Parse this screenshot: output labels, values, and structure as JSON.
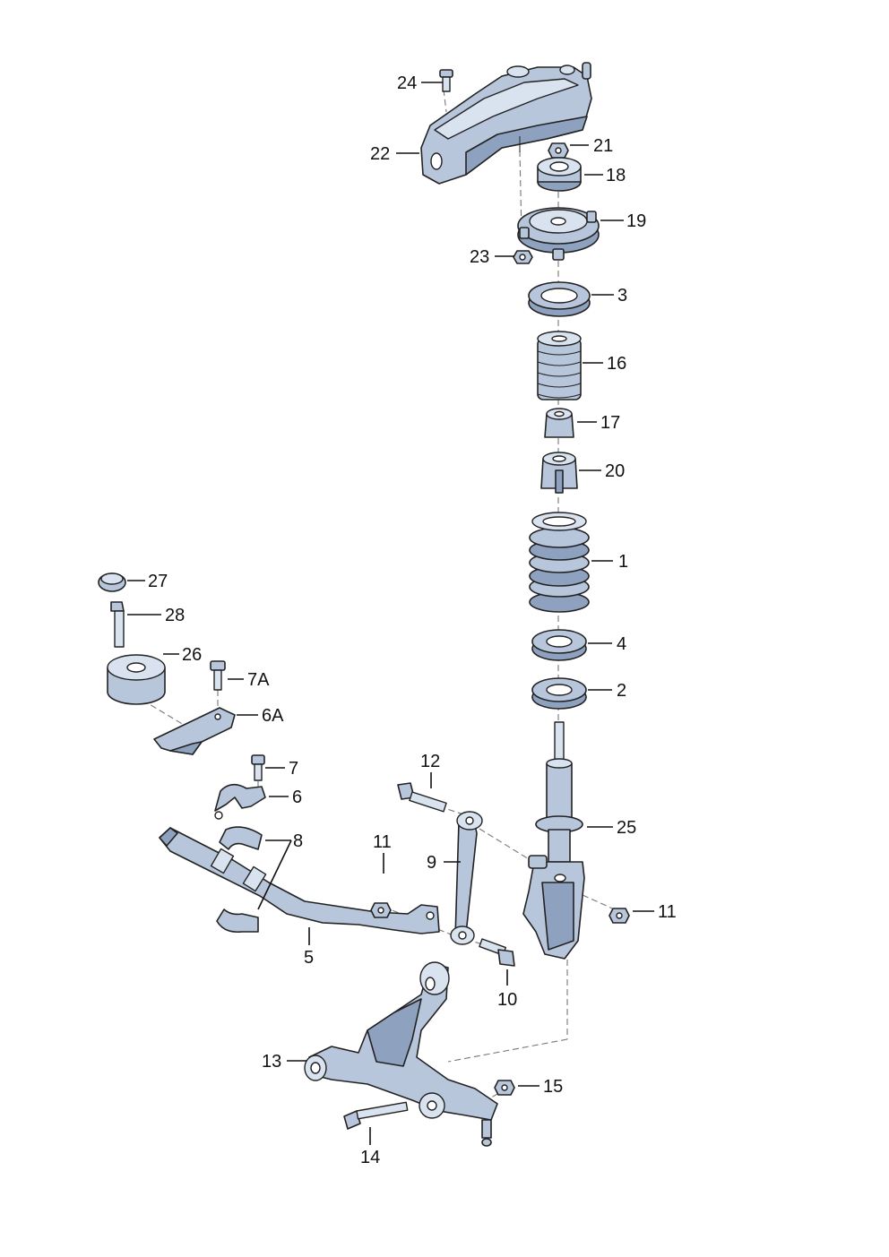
{
  "callouts": [
    {
      "id": "1",
      "text": "1"
    },
    {
      "id": "2",
      "text": "2"
    },
    {
      "id": "3",
      "text": "3"
    },
    {
      "id": "4",
      "text": "4"
    },
    {
      "id": "5",
      "text": "5"
    },
    {
      "id": "6",
      "text": "6"
    },
    {
      "id": "6A",
      "text": "6A"
    },
    {
      "id": "7",
      "text": "7"
    },
    {
      "id": "7A",
      "text": "7A"
    },
    {
      "id": "8",
      "text": "8"
    },
    {
      "id": "9",
      "text": "9"
    },
    {
      "id": "10",
      "text": "10"
    },
    {
      "id": "11a",
      "text": "11"
    },
    {
      "id": "11b",
      "text": "11"
    },
    {
      "id": "12",
      "text": "12"
    },
    {
      "id": "13",
      "text": "13"
    },
    {
      "id": "14",
      "text": "14"
    },
    {
      "id": "15",
      "text": "15"
    },
    {
      "id": "16",
      "text": "16"
    },
    {
      "id": "17",
      "text": "17"
    },
    {
      "id": "18",
      "text": "18"
    },
    {
      "id": "19",
      "text": "19"
    },
    {
      "id": "20",
      "text": "20"
    },
    {
      "id": "21",
      "text": "21"
    },
    {
      "id": "22",
      "text": "22"
    },
    {
      "id": "23",
      "text": "23"
    },
    {
      "id": "24",
      "text": "24"
    },
    {
      "id": "25",
      "text": "25"
    },
    {
      "id": "26",
      "text": "26"
    },
    {
      "id": "27",
      "text": "27"
    },
    {
      "id": "28",
      "text": "28"
    }
  ],
  "colors": {
    "part_fill": "#b8c6dc",
    "part_dark": "#8ea1bf",
    "part_light": "#d9e2ef",
    "outline": "#222222"
  }
}
